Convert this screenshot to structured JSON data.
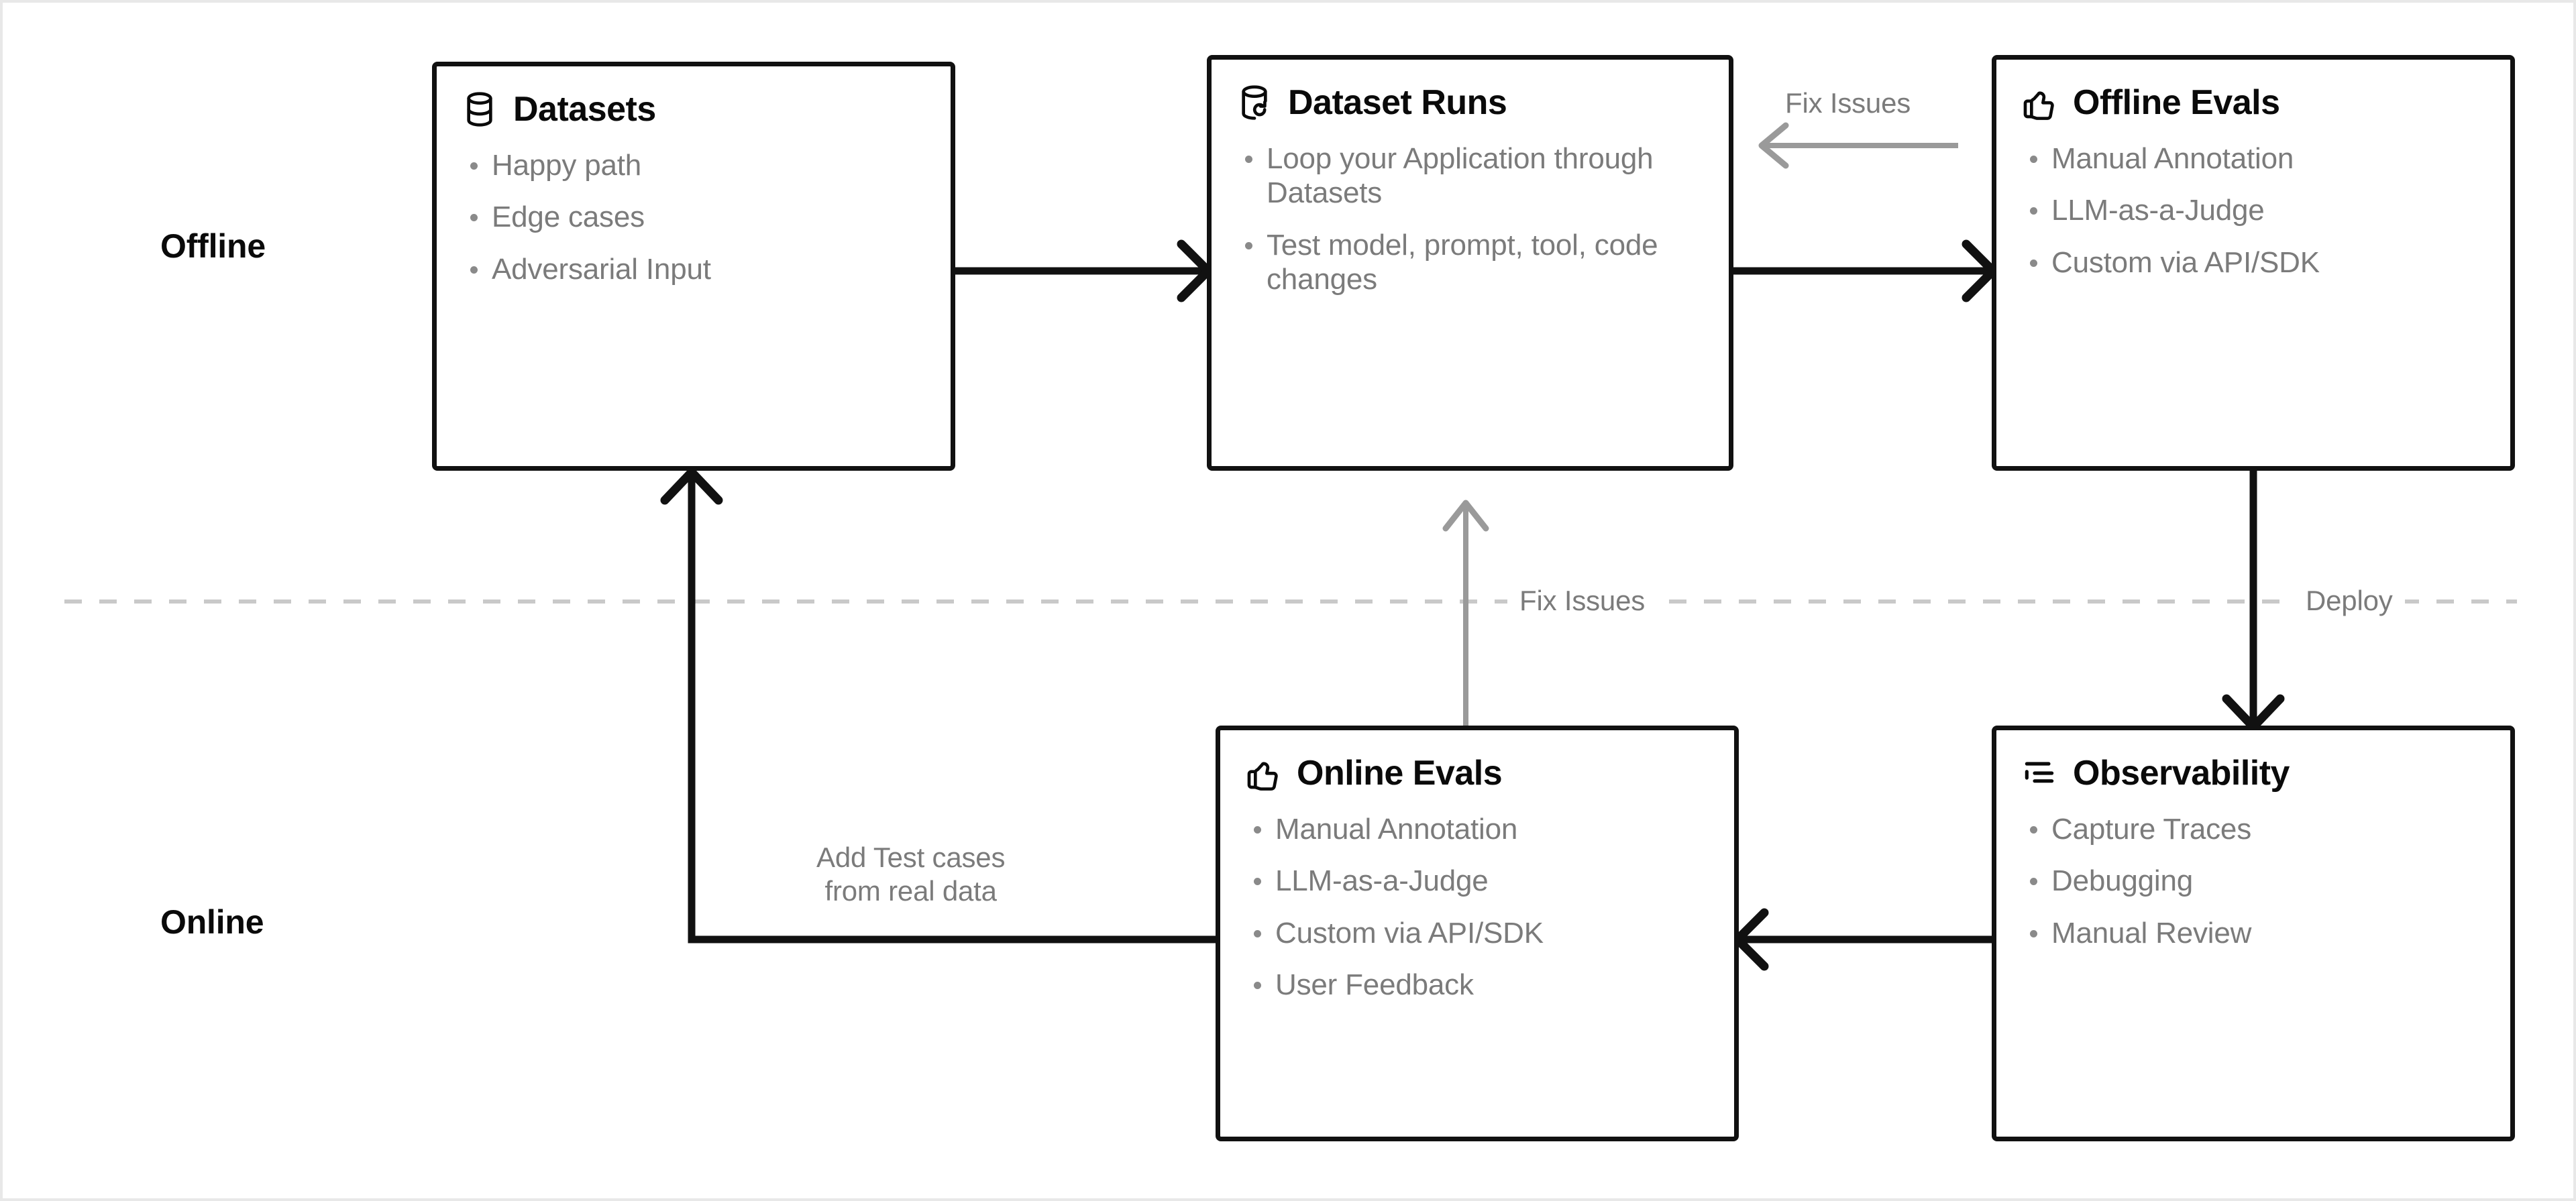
{
  "sections": {
    "offline_label": "Offline",
    "online_label": "Online"
  },
  "colors": {
    "box_border": "#111111",
    "title_text": "#0a0a0a",
    "bullet_text": "#7b7b7b",
    "edge_label_text": "#7b7b7b",
    "divider": "#c9c9c9",
    "gray_arrow": "#9a9a9a",
    "black_arrow": "#111111",
    "background": "#ffffff"
  },
  "nodes": [
    {
      "id": "datasets",
      "title": "Datasets",
      "icon": "database-icon",
      "items": [
        "Happy path",
        "Edge cases",
        "Adversarial Input"
      ]
    },
    {
      "id": "dataset-runs",
      "title": "Dataset Runs",
      "icon": "database-refresh-icon",
      "items": [
        "Loop your Application through Datasets",
        "Test model, prompt, tool, code changes"
      ]
    },
    {
      "id": "offline-evals",
      "title": "Offline Evals",
      "icon": "thumbs-up-icon",
      "items": [
        "Manual Annotation",
        "LLM-as-a-Judge",
        "Custom via API/SDK"
      ]
    },
    {
      "id": "online-evals",
      "title": "Online Evals",
      "icon": "thumbs-up-icon",
      "items": [
        "Manual Annotation",
        "LLM-as-a-Judge",
        "Custom via API/SDK",
        "User Feedback"
      ]
    },
    {
      "id": "observability",
      "title": "Observability",
      "icon": "list-tree-icon",
      "items": [
        "Capture Traces",
        "Debugging",
        "Manual Review"
      ]
    }
  ],
  "edges": {
    "fix_issues_top": "Fix Issues",
    "fix_issues_middle": "Fix Issues",
    "deploy": "Deploy",
    "add_test_cases_line1": "Add Test cases",
    "add_test_cases_line2": "from real data"
  }
}
